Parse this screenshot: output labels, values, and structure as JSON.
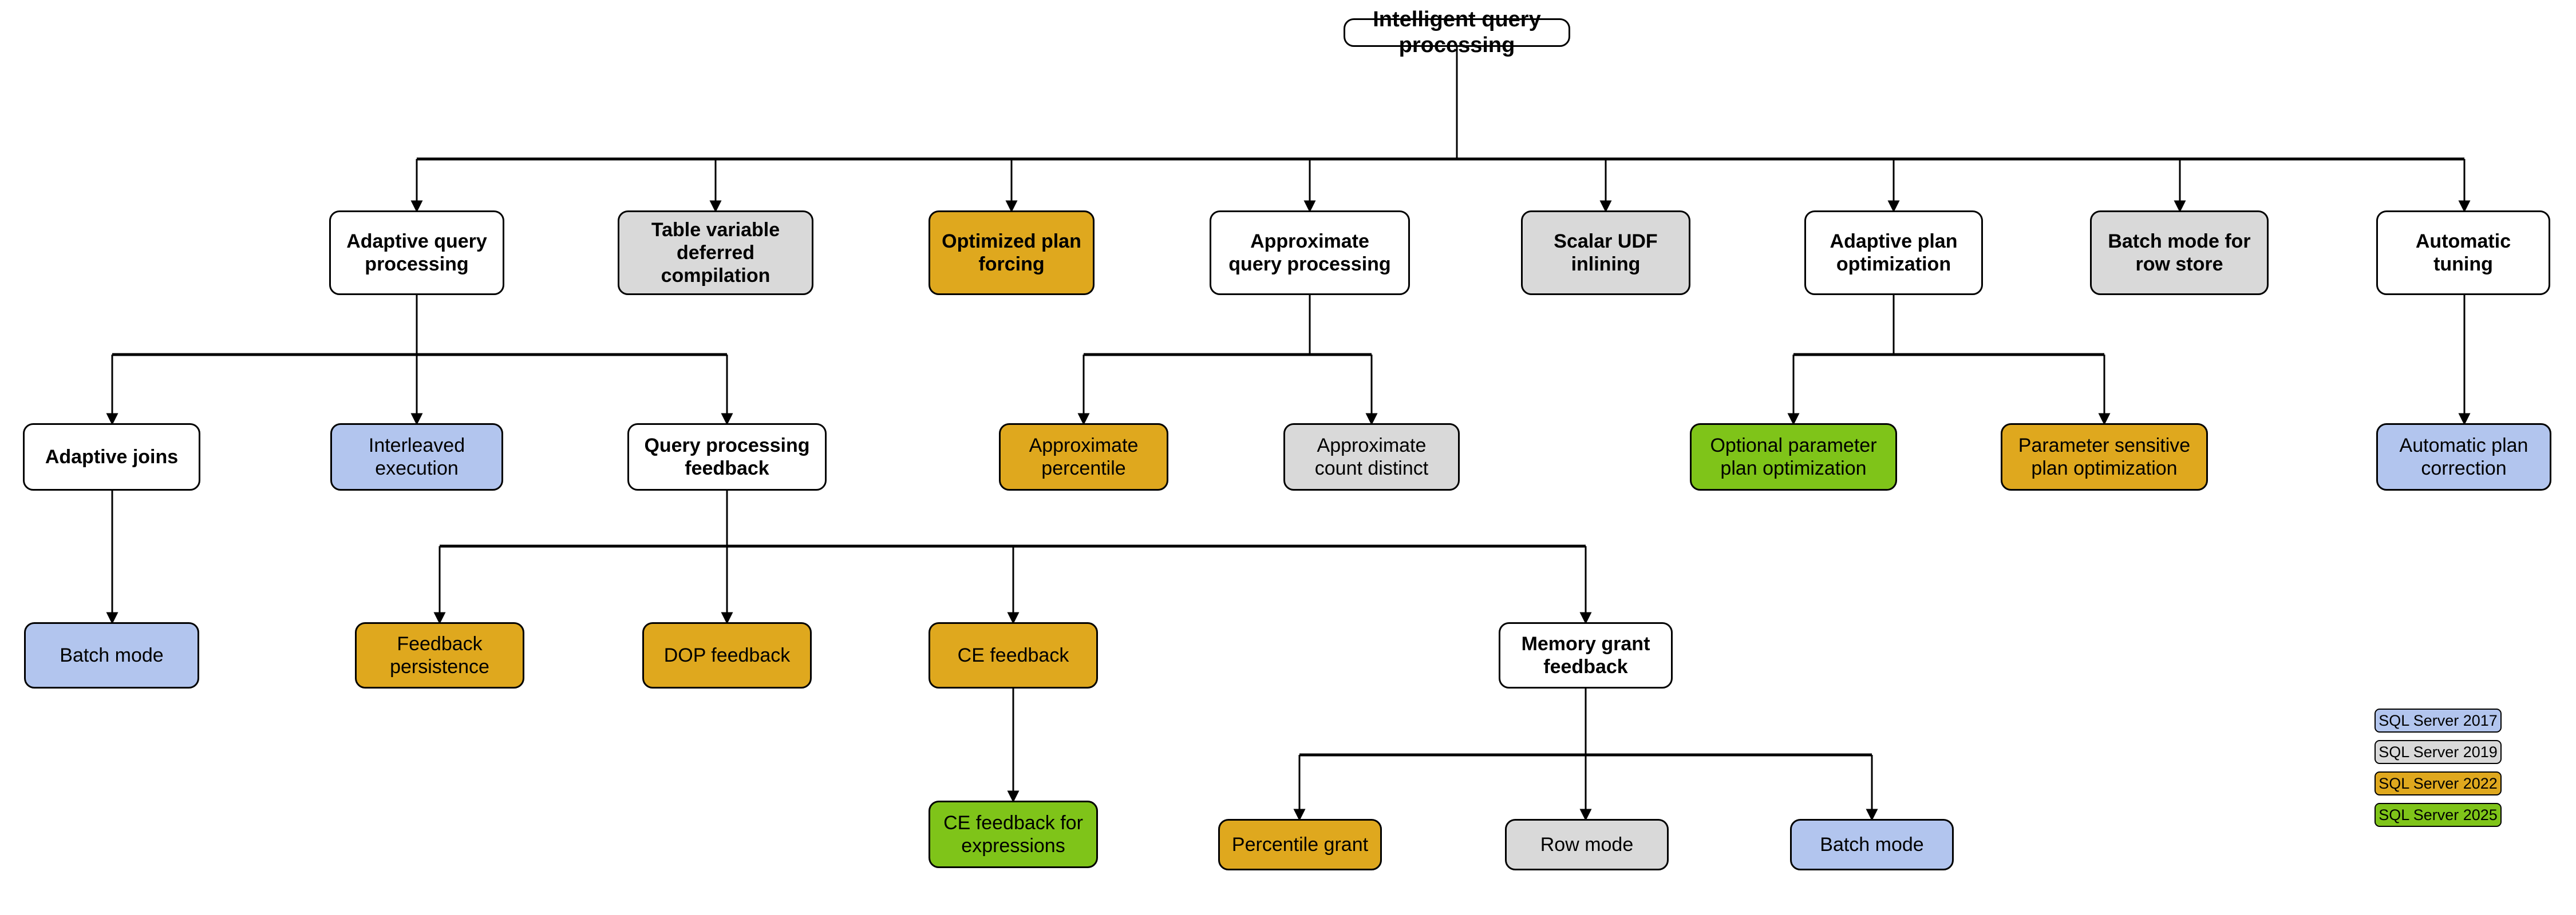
{
  "diagram": {
    "title": "Intelligent query processing",
    "palette": {
      "white": "#ffffff",
      "gray": "#d9d9d9",
      "orange": "#dfa81e",
      "green": "#7fc419",
      "blue": "#b2c5ee",
      "stroke": "#000000"
    },
    "nodes": {
      "root": {
        "label": "Intelligent query\nprocessing",
        "color": "white"
      },
      "adaptive_query_processing": {
        "label": "Adaptive query\nprocessing",
        "color": "white"
      },
      "table_variable_deferred_compilation": {
        "label": "Table variable\ndeferred compilation",
        "color": "gray"
      },
      "optimized_plan_forcing": {
        "label": "Optimized plan\nforcing",
        "color": "orange"
      },
      "approximate_query_processing": {
        "label": "Approximate\nquery processing",
        "color": "white"
      },
      "scalar_udf_inlining": {
        "label": "Scalar UDF\ninlining",
        "color": "gray"
      },
      "adaptive_plan_optimization": {
        "label": "Adaptive plan\noptimization",
        "color": "white"
      },
      "batch_mode_for_row_store": {
        "label": "Batch mode for\nrow store",
        "color": "gray"
      },
      "automatic_tuning": {
        "label": "Automatic\ntuning",
        "color": "white"
      },
      "adaptive_joins": {
        "label": "Adaptive joins",
        "color": "white"
      },
      "interleaved_execution": {
        "label": "Interleaved\nexecution",
        "color": "blue"
      },
      "query_processing_feedback": {
        "label": "Query processing\nfeedback",
        "color": "white"
      },
      "approximate_percentile": {
        "label": "Approximate\npercentile",
        "color": "orange"
      },
      "approximate_count_distinct": {
        "label": "Approximate\ncount distinct",
        "color": "gray"
      },
      "optional_parameter_plan_optimization": {
        "label": "Optional parameter\nplan optimization",
        "color": "green"
      },
      "parameter_sensitive_plan_optimization": {
        "label": "Parameter sensitive\nplan optimization",
        "color": "orange"
      },
      "automatic_plan_correction": {
        "label": "Automatic plan\ncorrection",
        "color": "blue"
      },
      "batch_mode_adaptive_joins": {
        "label": "Batch mode",
        "color": "blue"
      },
      "feedback_persistence": {
        "label": "Feedback\npersistence",
        "color": "orange"
      },
      "dop_feedback": {
        "label": "DOP feedback",
        "color": "orange"
      },
      "ce_feedback": {
        "label": "CE feedback",
        "color": "orange"
      },
      "memory_grant_feedback": {
        "label": "Memory grant\nfeedback",
        "color": "white"
      },
      "ce_feedback_for_expressions": {
        "label": "CE feedback for\nexpressions",
        "color": "green"
      },
      "percentile_grant": {
        "label": "Percentile grant",
        "color": "orange"
      },
      "row_mode": {
        "label": "Row mode",
        "color": "gray"
      },
      "batch_mode_memory_grant": {
        "label": "Batch mode",
        "color": "blue"
      }
    },
    "legend": {
      "items": [
        {
          "label": "SQL Server 2017",
          "color": "blue"
        },
        {
          "label": "SQL Server 2019",
          "color": "gray"
        },
        {
          "label": "SQL Server 2022",
          "color": "orange"
        },
        {
          "label": "SQL Server 2025",
          "color": "green"
        }
      ]
    }
  }
}
